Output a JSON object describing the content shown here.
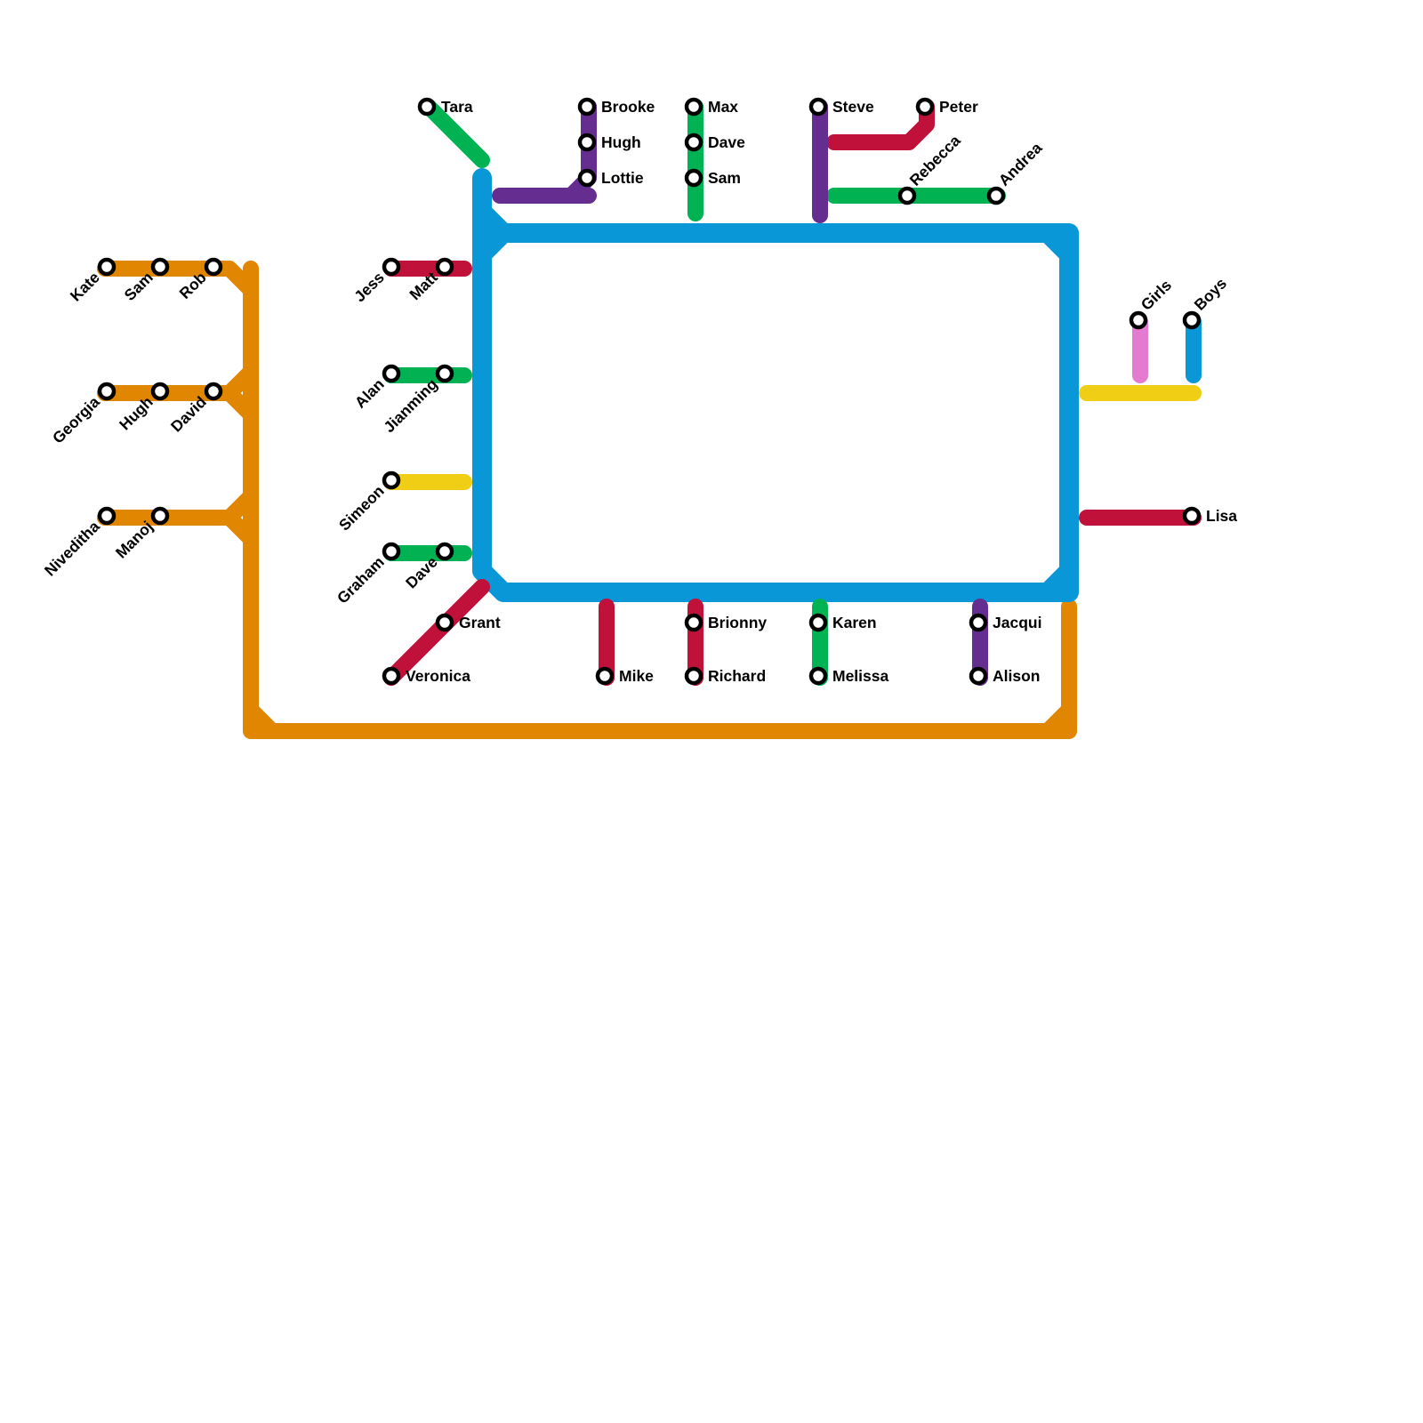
{
  "colors": {
    "blue": "#0a97d8",
    "orange": "#e08600",
    "red": "#c0113a",
    "green": "#00b252",
    "purple": "#662d91",
    "yellow": "#f0ce15",
    "pink": "#e57bd0"
  },
  "lines": {
    "blue": "Blue loop",
    "orange": "Orange line",
    "red": "Red lines",
    "green": "Green lines",
    "purple": "Purple lines",
    "yellow": "Yellow lines",
    "pink": "Pink line"
  },
  "stations": {
    "kate": "Kate",
    "sam_w": "Sam",
    "rob": "Rob",
    "georgia": "Georgia",
    "hugh_w": "Hugh",
    "david": "David",
    "niveditha": "Niveditha",
    "manoj": "Manoj",
    "jess": "Jess",
    "matt": "Matt",
    "alan": "Alan",
    "jianming": "Jianming",
    "simeon": "Simeon",
    "graham": "Graham",
    "dave_w": "Dave",
    "grant": "Grant",
    "veronica": "Veronica",
    "tara": "Tara",
    "brooke": "Brooke",
    "hugh_n": "Hugh",
    "lottie": "Lottie",
    "max": "Max",
    "dave_n": "Dave",
    "sam_n": "Sam",
    "steve": "Steve",
    "peter": "Peter",
    "rebecca": "Rebecca",
    "andrea": "Andrea",
    "girls": "Girls",
    "boys": "Boys",
    "lisa": "Lisa",
    "mike": "Mike",
    "brionny": "Brionny",
    "richard": "Richard",
    "karen": "Karen",
    "melissa": "Melissa",
    "jacqui": "Jacqui",
    "alison": "Alison"
  }
}
